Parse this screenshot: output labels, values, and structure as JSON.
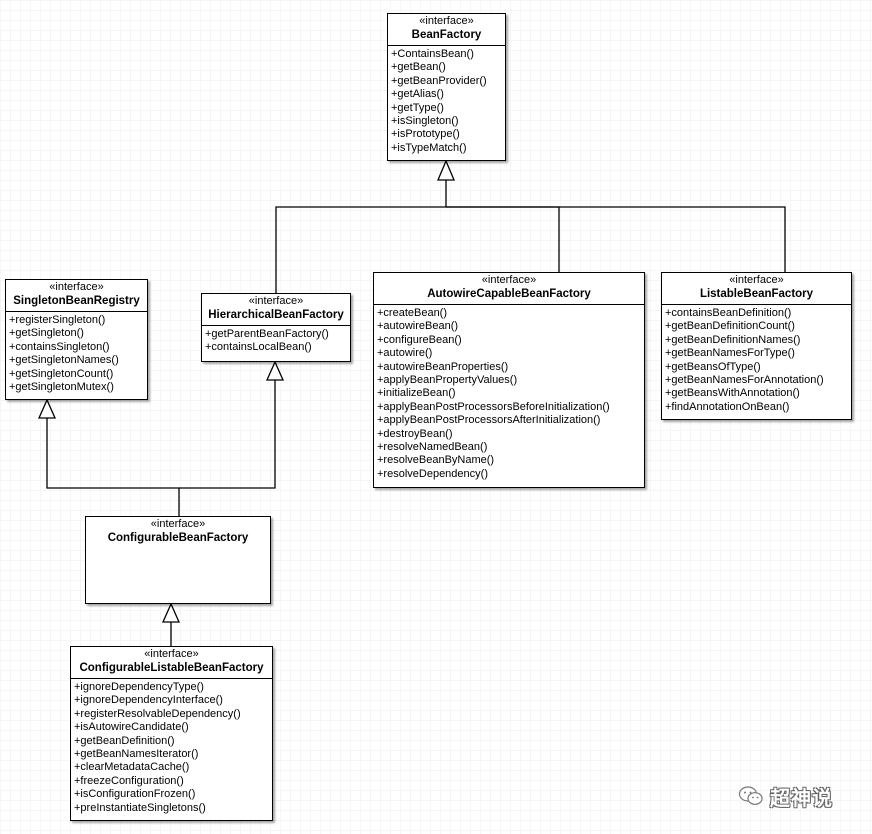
{
  "diagram": {
    "classes": {
      "bean_factory": {
        "stereotype": "«interface»",
        "name": "BeanFactory",
        "operations": [
          "+ContainsBean()",
          "+getBean()",
          "+getBeanProvider()",
          "+getAlias()",
          "+getType()",
          "+isSingleton()",
          "+isPrototype()",
          "+isTypeMatch()"
        ]
      },
      "singleton_bean_registry": {
        "stereotype": "«interface»",
        "name": "SingletonBeanRegistry",
        "operations": [
          "+registerSingleton()",
          "+getSingleton()",
          "+containsSingleton()",
          "+getSingletonNames()",
          "+getSingletonCount()",
          "+getSingletonMutex()"
        ]
      },
      "hierarchical_bean_factory": {
        "stereotype": "«interface»",
        "name": "HierarchicalBeanFactory",
        "operations": [
          "+getParentBeanFactory()",
          "+containsLocalBean()"
        ]
      },
      "autowire_capable_bean_factory": {
        "stereotype": "«interface»",
        "name": "AutowireCapableBeanFactory",
        "operations": [
          "+createBean()",
          "+autowireBean()",
          "+configureBean()",
          "+autowire()",
          "+autowireBeanProperties()",
          "+applyBeanPropertyValues()",
          "+initializeBean()",
          "+applyBeanPostProcessorsBeforeInitialization()",
          "+applyBeanPostProcessorsAfterInitialization()",
          "+destroyBean()",
          "+resolveNamedBean()",
          "+resolveBeanByName()",
          "+resolveDependency()"
        ]
      },
      "listable_bean_factory": {
        "stereotype": "«interface»",
        "name": "ListableBeanFactory",
        "operations": [
          "+containsBeanDefinition()",
          "+getBeanDefinitionCount()",
          "+getBeanDefinitionNames()",
          "+getBeanNamesForType()",
          "+getBeansOfType()",
          "+getBeanNamesForAnnotation()",
          "+getBeansWithAnnotation()",
          "+findAnnotationOnBean()"
        ]
      },
      "configurable_bean_factory": {
        "stereotype": "«interface»",
        "name": "ConfigurableBeanFactory",
        "operations": []
      },
      "configurable_listable_bean_factory": {
        "stereotype": "«interface»",
        "name": "ConfigurableListableBeanFactory",
        "operations": [
          "+ignoreDependencyType()",
          "+ignoreDependencyInterface()",
          "+registerResolvableDependency()",
          "+isAutowireCandidate()",
          "+getBeanDefinition()",
          "+getBeanNamesIterator()",
          "+clearMetadataCache()",
          "+freezeConfiguration()",
          "+isConfigurationFrozen()",
          "+preInstantiateSingletons()"
        ]
      }
    },
    "relations": [
      {
        "type": "generalization",
        "from": "HierarchicalBeanFactory",
        "to": "BeanFactory"
      },
      {
        "type": "generalization",
        "from": "AutowireCapableBeanFactory",
        "to": "BeanFactory"
      },
      {
        "type": "generalization",
        "from": "ListableBeanFactory",
        "to": "BeanFactory"
      },
      {
        "type": "generalization",
        "from": "ConfigurableBeanFactory",
        "to": "SingletonBeanRegistry"
      },
      {
        "type": "generalization",
        "from": "ConfigurableBeanFactory",
        "to": "HierarchicalBeanFactory"
      },
      {
        "type": "generalization",
        "from": "ConfigurableListableBeanFactory",
        "to": "ConfigurableBeanFactory"
      }
    ]
  },
  "watermark": {
    "icon": "wechat-icon",
    "text": "超神说"
  }
}
